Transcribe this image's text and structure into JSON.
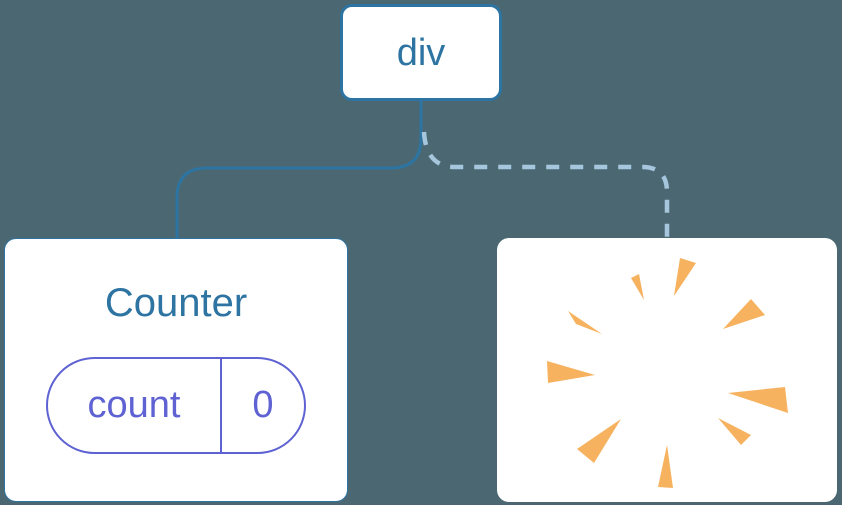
{
  "diagram": {
    "root_node": {
      "label": "div"
    },
    "counter_node": {
      "title": "Counter",
      "state_pill": {
        "name": "count",
        "value": "0"
      }
    },
    "poof_node": {
      "icon": "poof-starburst-icon"
    },
    "connectors": {
      "left_style": "solid",
      "right_style": "dashed"
    },
    "colors": {
      "background": "#4B6872",
      "node_blue": "#2E74A2",
      "dashed_blue": "#A5C6DD",
      "state_purple": "#5E62D2",
      "poof_orange": "#F6B25E",
      "card_white": "#FFFFFF"
    }
  }
}
